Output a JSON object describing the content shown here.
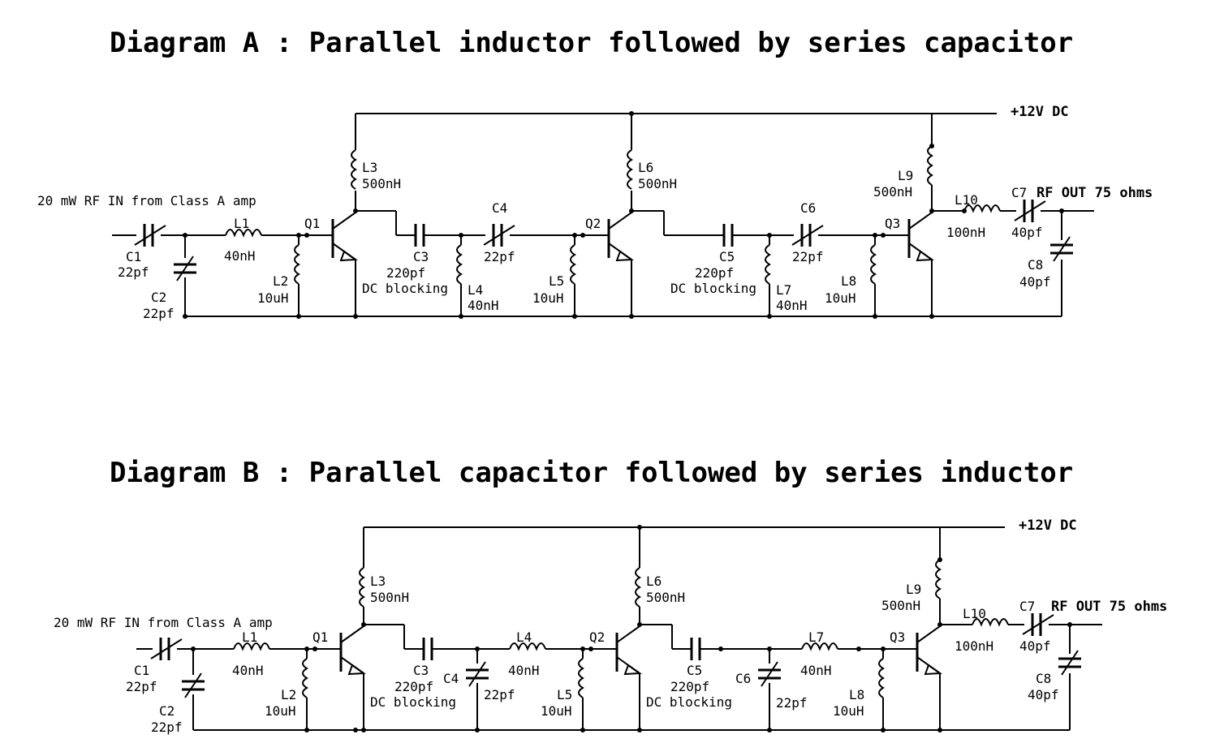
{
  "diagram_a": {
    "title": "Diagram A :  Parallel inductor followed by series capacitor",
    "supply": "+12V DC",
    "input": "20 mW RF IN from Class A amp",
    "output": "RF OUT 75 ohms",
    "labels": {
      "C1": "C1",
      "C1v": "22pf",
      "C2": "C2",
      "C2v": "22pf",
      "L1": "L1",
      "L1v": "40nH",
      "L2": "L2",
      "L2v": "10uH",
      "Q1": "Q1",
      "L3": "L3",
      "L3v": "500nH",
      "C3": "C3",
      "C3v": "220pf",
      "C3n": "DC blocking",
      "L4": "L4",
      "L4v": "40nH",
      "C4": "C4",
      "C4v": "22pf",
      "L5": "L5",
      "L5v": "10uH",
      "Q2": "Q2",
      "L6": "L6",
      "L6v": "500nH",
      "C5": "C5",
      "C5v": "220pf",
      "C5n": "DC blocking",
      "L7": "L7",
      "L7v": "40nH",
      "C6": "C6",
      "C6v": "22pf",
      "L8": "L8",
      "L8v": "10uH",
      "Q3": "Q3",
      "L9": "L9",
      "L9v": "500nH",
      "L10": "L10",
      "L10v": "100nH",
      "C7": "C7",
      "C7v": "40pf",
      "C8": "C8",
      "C8v": "40pf"
    }
  },
  "diagram_b": {
    "title": "Diagram B :  Parallel capacitor followed by series inductor",
    "supply": "+12V DC",
    "input": "20 mW RF IN from Class A amp",
    "output": "RF OUT 75 ohms",
    "labels": {
      "C1": "C1",
      "C1v": "22pf",
      "C2": "C2",
      "C2v": "22pf",
      "L1": "L1",
      "L1v": "40nH",
      "L2": "L2",
      "L2v": "10uH",
      "Q1": "Q1",
      "L3": "L3",
      "L3v": "500nH",
      "C3": "C3",
      "C3v": "220pf",
      "C3n": "DC blocking",
      "C4": "C4",
      "C4v": "22pf",
      "L4": "L4",
      "L4v": "40nH",
      "L5": "L5",
      "L5v": "10uH",
      "Q2": "Q2",
      "L6": "L6",
      "L6v": "500nH",
      "C5": "C5",
      "C5v": "220pf",
      "C5n": "DC blocking",
      "C6": "C6",
      "C6v": "22pf",
      "L7": "L7",
      "L7v": "40nH",
      "L8": "L8",
      "L8v": "10uH",
      "Q3": "Q3",
      "L9": "L9",
      "L9v": "500nH",
      "L10": "L10",
      "L10v": "100nH",
      "C7": "C7",
      "C7v": "40pf",
      "C8": "C8",
      "C8v": "40pf"
    }
  }
}
